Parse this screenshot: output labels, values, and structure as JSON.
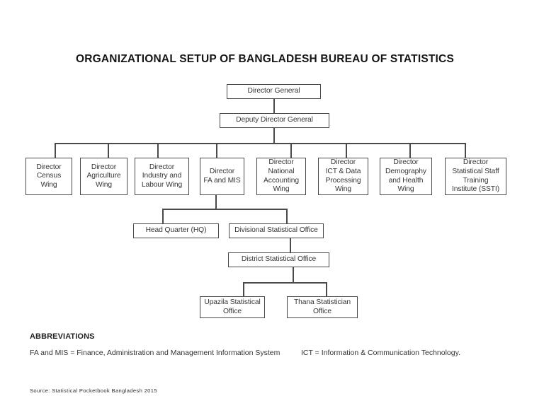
{
  "title": "ORGANIZATIONAL SETUP OF BANGLADESH BUREAU OF STATISTICS",
  "colors": {
    "ink": "#363636",
    "line": "#4a4a4a",
    "background": "#ffffff"
  },
  "org": {
    "director_general": "Director General",
    "deputy_director_general": "Deputy Director General",
    "wings": [
      "Director\nCensus\nWing",
      "Director\nAgriculture\nWing",
      "Director\nIndustry and\nLabour Wing",
      "Director\nFA and MIS",
      "Director\nNational\nAccounting\nWing",
      "Director\nICT & Data\nProcessing\nWing",
      "Director\nDemography\nand Health\nWing",
      "Director\nStatistical Staff\nTraining\nInstitute (SSTI)"
    ],
    "head_quarter": "Head Quarter (HQ)",
    "divisional_office": "Divisional Statistical Office",
    "district_office": "District Statistical Office",
    "upazila_office": "Upazila Statistical\nOffice",
    "thana_office": "Thana Statistician\nOffice"
  },
  "abbreviations": {
    "heading": "ABBREVIATIONS",
    "items": [
      "FA and MIS = Finance, Administration and Management Information System",
      "ICT = Information & Communication Technology."
    ]
  },
  "source": "Source: Statistical Pocketbook Bangladesh 2015"
}
